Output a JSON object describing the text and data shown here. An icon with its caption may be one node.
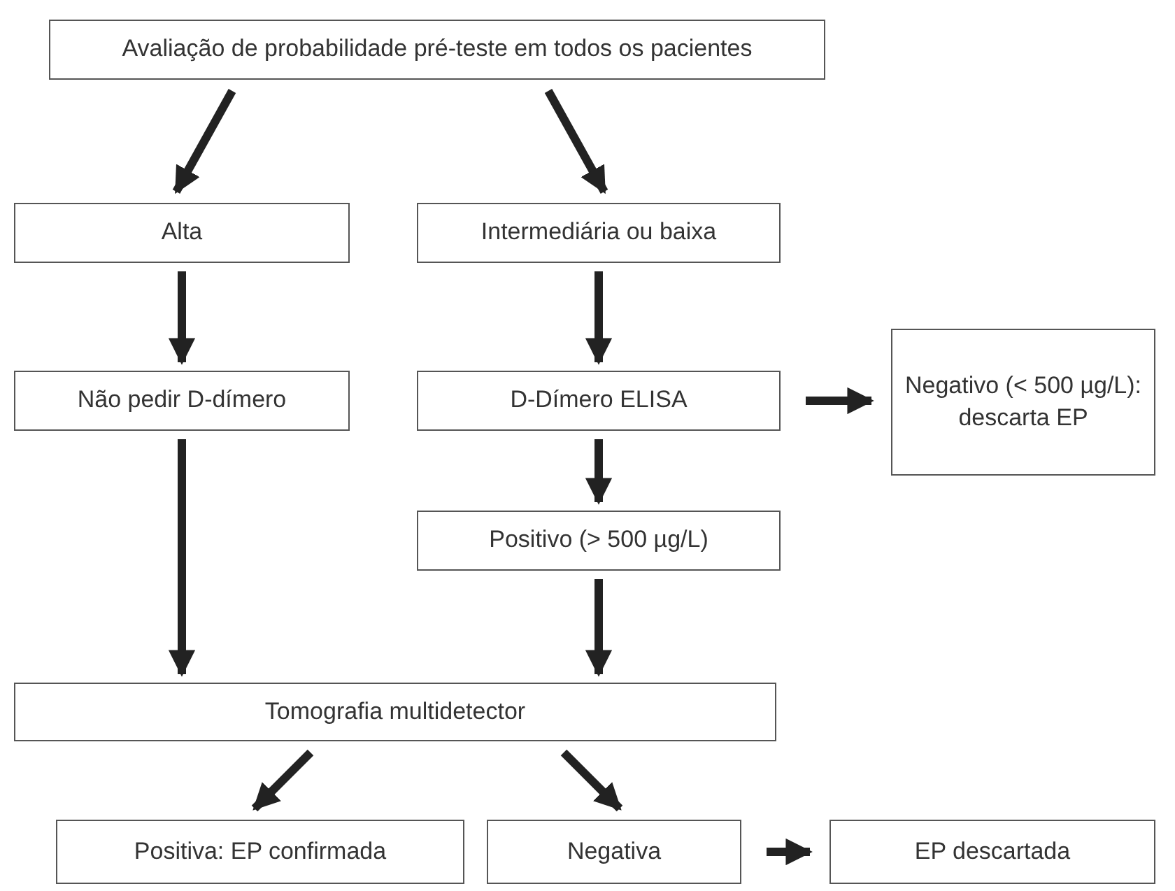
{
  "diagram": {
    "nodes": [
      {
        "text": [
          "Avaliação de probabilidade pré-teste em todos os pacientes"
        ]
      },
      {
        "text": [
          "Alta"
        ]
      },
      {
        "text": [
          "Intermediária ou baixa"
        ]
      },
      {
        "text": [
          "Não pedir D-dímero"
        ]
      },
      {
        "text": [
          "D-Dímero ELISA"
        ]
      },
      {
        "text": [
          "Negativo (< 500 µg/L): descarta EP"
        ]
      },
      {
        "text": [
          "Positivo  (> 500 µg/L)"
        ]
      },
      {
        "text": [
          "Tomografia multidetector"
        ]
      },
      {
        "text": [
          "Positiva: EP confirmada"
        ]
      },
      {
        "text": [
          "Negativa"
        ]
      },
      {
        "text": [
          "EP descartada"
        ]
      }
    ],
    "edges": [
      {
        "from": 0,
        "to": 1,
        "arrow": "to"
      },
      {
        "from": 0,
        "to": 2,
        "arrow": "to"
      },
      {
        "from": 1,
        "to": 3,
        "arrow": "to"
      },
      {
        "from": 2,
        "to": 4,
        "arrow": "to"
      },
      {
        "from": 4,
        "to": 5,
        "arrow": "to"
      },
      {
        "from": 4,
        "to": 6,
        "arrow": "to"
      },
      {
        "from": 3,
        "to": 7,
        "arrow": "to"
      },
      {
        "from": 6,
        "to": 7,
        "arrow": "to"
      },
      {
        "from": 7,
        "to": 8,
        "arrow": "to"
      },
      {
        "from": 7,
        "to": 9,
        "arrow": "to"
      },
      {
        "from": 9,
        "to": 10,
        "arrow": "to"
      }
    ]
  }
}
